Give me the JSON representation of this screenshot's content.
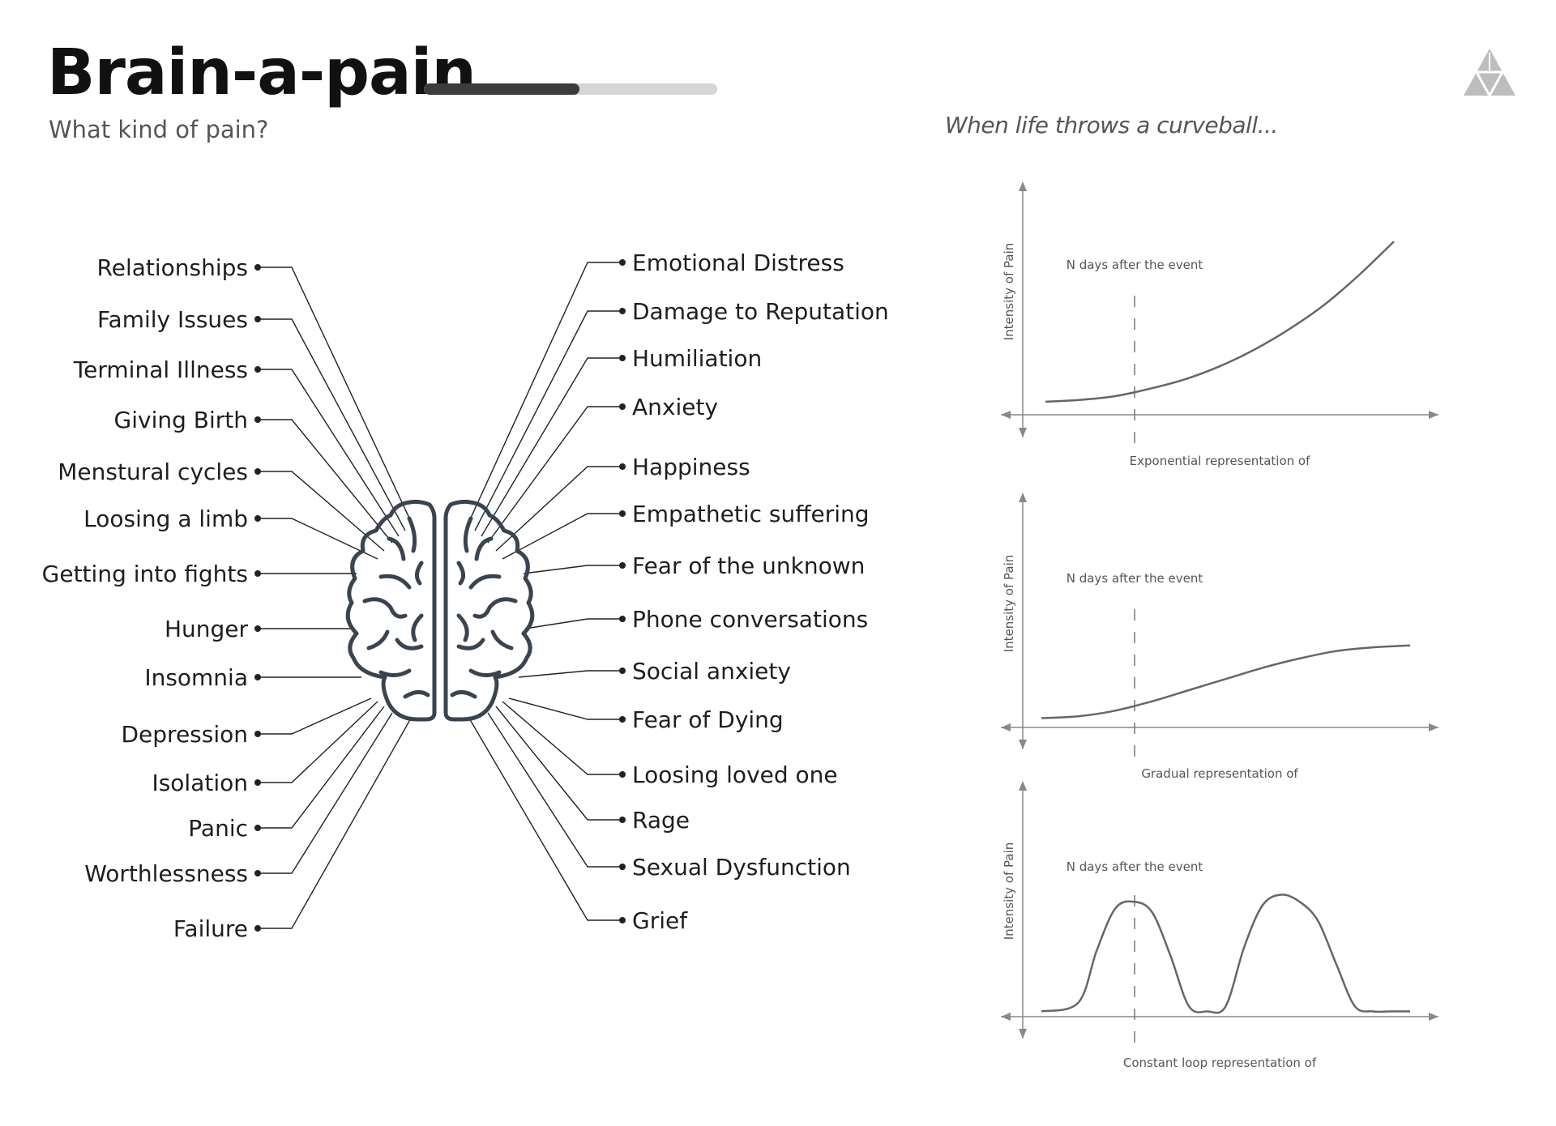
{
  "header": {
    "title": "Brain-a-pain",
    "subtitle": "What kind of pain?",
    "progress": 0.53,
    "tagline": "When life throws a curveball..."
  },
  "brain": {
    "left_labels": [
      "Relationships",
      "Family Issues",
      "Terminal Illness",
      "Giving Birth",
      "Menstural cycles",
      "Loosing a limb",
      "Getting into fights",
      "Hunger",
      "Insomnia",
      "Depression",
      "Isolation",
      "Panic",
      "Worthlessness",
      "Failure"
    ],
    "right_labels": [
      "Emotional Distress",
      "Damage to Reputation",
      "Humiliation",
      "Anxiety",
      "Happiness",
      "Empathetic suffering",
      "Fear of the unknown",
      "Phone conversations",
      "Social anxiety",
      "Fear of Dying",
      "Loosing loved one",
      "Rage",
      "Sexual Dysfunction",
      "Grief"
    ]
  },
  "chart_data": [
    {
      "type": "line",
      "ylabel": "Intensity of Pain",
      "xlabel": "Exponential representation of",
      "marker_label": "N days after the event",
      "grid": false,
      "series": [
        {
          "x": [
            0,
            1,
            2,
            3,
            4,
            5,
            6,
            7,
            8,
            9,
            10
          ],
          "y": [
            0.07,
            0.08,
            0.1,
            0.14,
            0.19,
            0.26,
            0.35,
            0.46,
            0.59,
            0.75,
            0.93
          ]
        }
      ]
    },
    {
      "type": "line",
      "ylabel": "Intensity of Pain",
      "xlabel": "Gradual representation of",
      "marker_label": "N days after the event",
      "grid": false,
      "series": [
        {
          "x": [
            0,
            1,
            2,
            3,
            4,
            5,
            6,
            7,
            8,
            9,
            10
          ],
          "y": [
            0.05,
            0.06,
            0.09,
            0.14,
            0.2,
            0.26,
            0.32,
            0.37,
            0.41,
            0.43,
            0.44
          ]
        }
      ]
    },
    {
      "type": "line",
      "ylabel": "Intensity of Pain",
      "xlabel": "Constant loop representation of",
      "marker_label": "N days after the event",
      "grid": false,
      "series": [
        {
          "x": [
            0,
            1,
            1.5,
            2,
            2.5,
            3,
            3.5,
            4,
            4.5,
            5,
            5.5,
            6,
            6.5,
            7,
            7.5,
            8,
            8.5,
            9,
            9.5,
            10
          ],
          "y": [
            0.03,
            0.08,
            0.38,
            0.62,
            0.66,
            0.6,
            0.35,
            0.06,
            0.03,
            0.06,
            0.4,
            0.64,
            0.7,
            0.66,
            0.55,
            0.3,
            0.06,
            0.03,
            0.03,
            0.03
          ]
        }
      ]
    }
  ]
}
